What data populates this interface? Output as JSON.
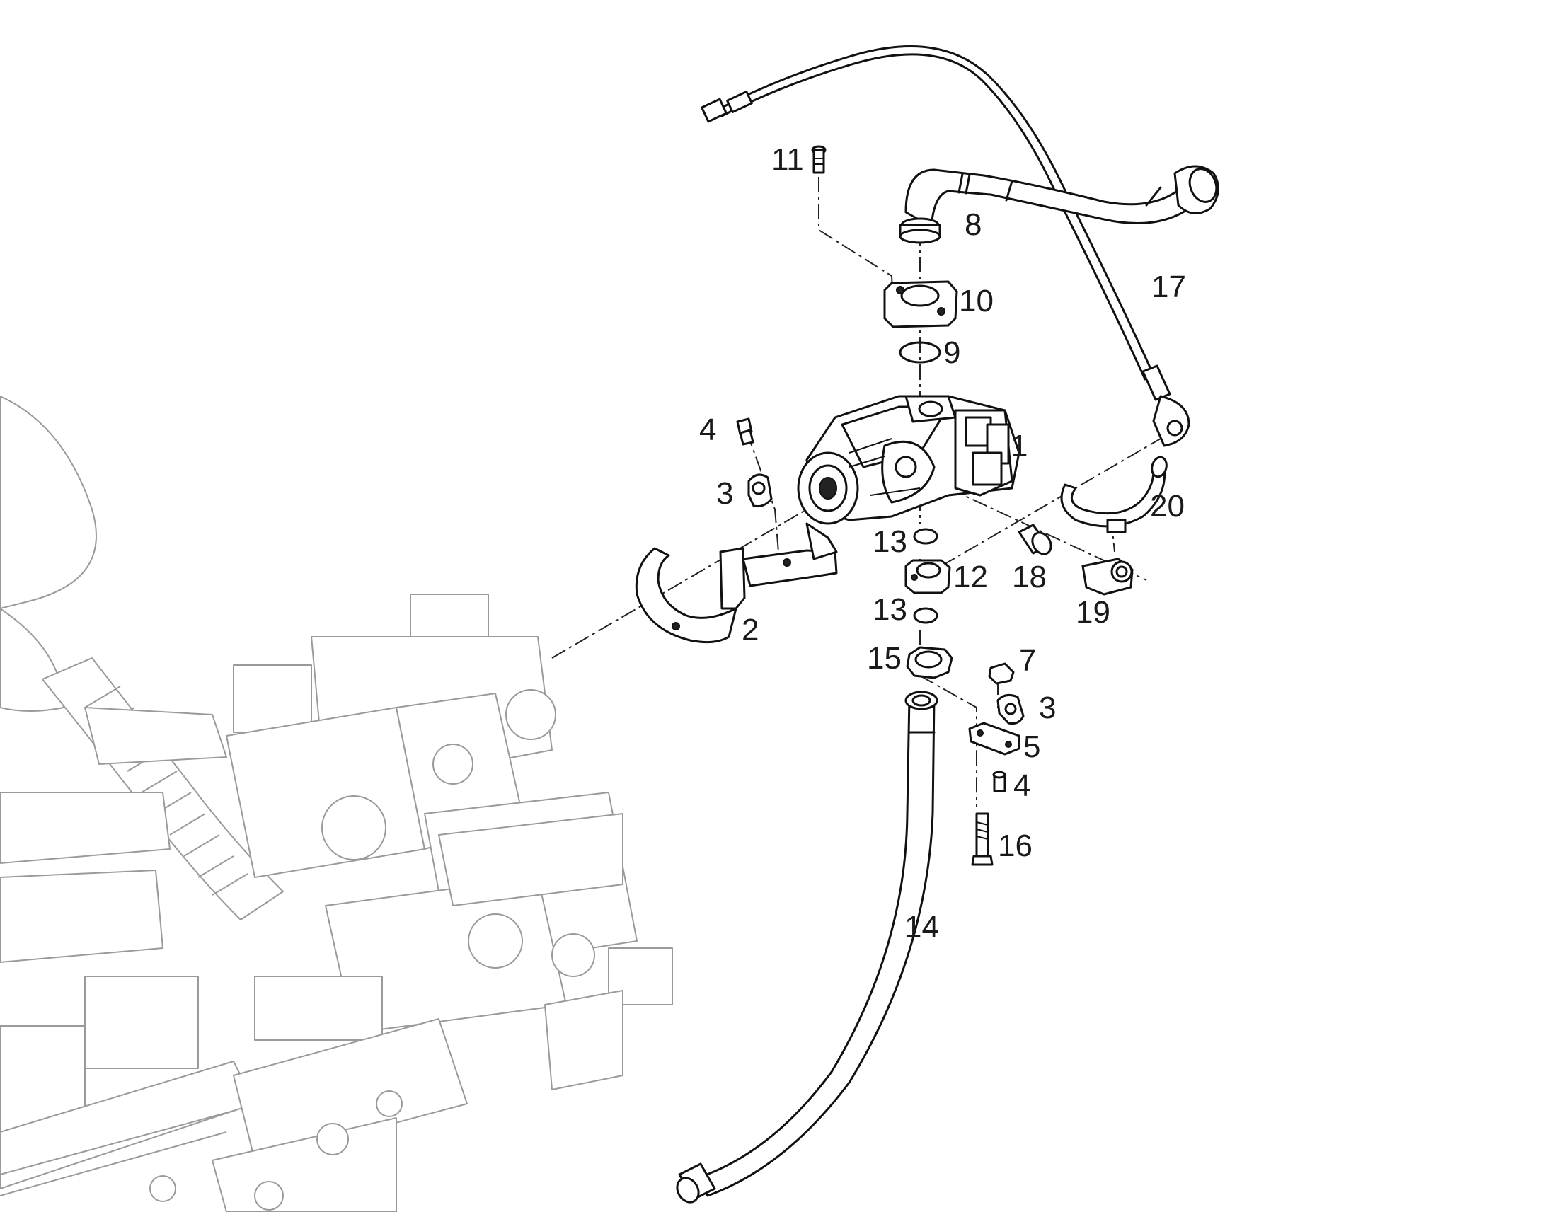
{
  "callouts": [
    {
      "id": "c1",
      "text": "1"
    },
    {
      "id": "c2",
      "text": "2"
    },
    {
      "id": "c3a",
      "text": "3"
    },
    {
      "id": "c3b",
      "text": "3"
    },
    {
      "id": "c4a",
      "text": "4"
    },
    {
      "id": "c4b",
      "text": "4"
    },
    {
      "id": "c5",
      "text": "5"
    },
    {
      "id": "c7",
      "text": "7"
    },
    {
      "id": "c8",
      "text": "8"
    },
    {
      "id": "c9",
      "text": "9"
    },
    {
      "id": "c10",
      "text": "10"
    },
    {
      "id": "c11",
      "text": "11"
    },
    {
      "id": "c12",
      "text": "12"
    },
    {
      "id": "c13a",
      "text": "13"
    },
    {
      "id": "c13b",
      "text": "13"
    },
    {
      "id": "c14",
      "text": "14"
    },
    {
      "id": "c15",
      "text": "15"
    },
    {
      "id": "c16",
      "text": "16"
    },
    {
      "id": "c17",
      "text": "17"
    },
    {
      "id": "c18",
      "text": "18"
    },
    {
      "id": "c19",
      "text": "19"
    },
    {
      "id": "c20",
      "text": "20"
    }
  ]
}
